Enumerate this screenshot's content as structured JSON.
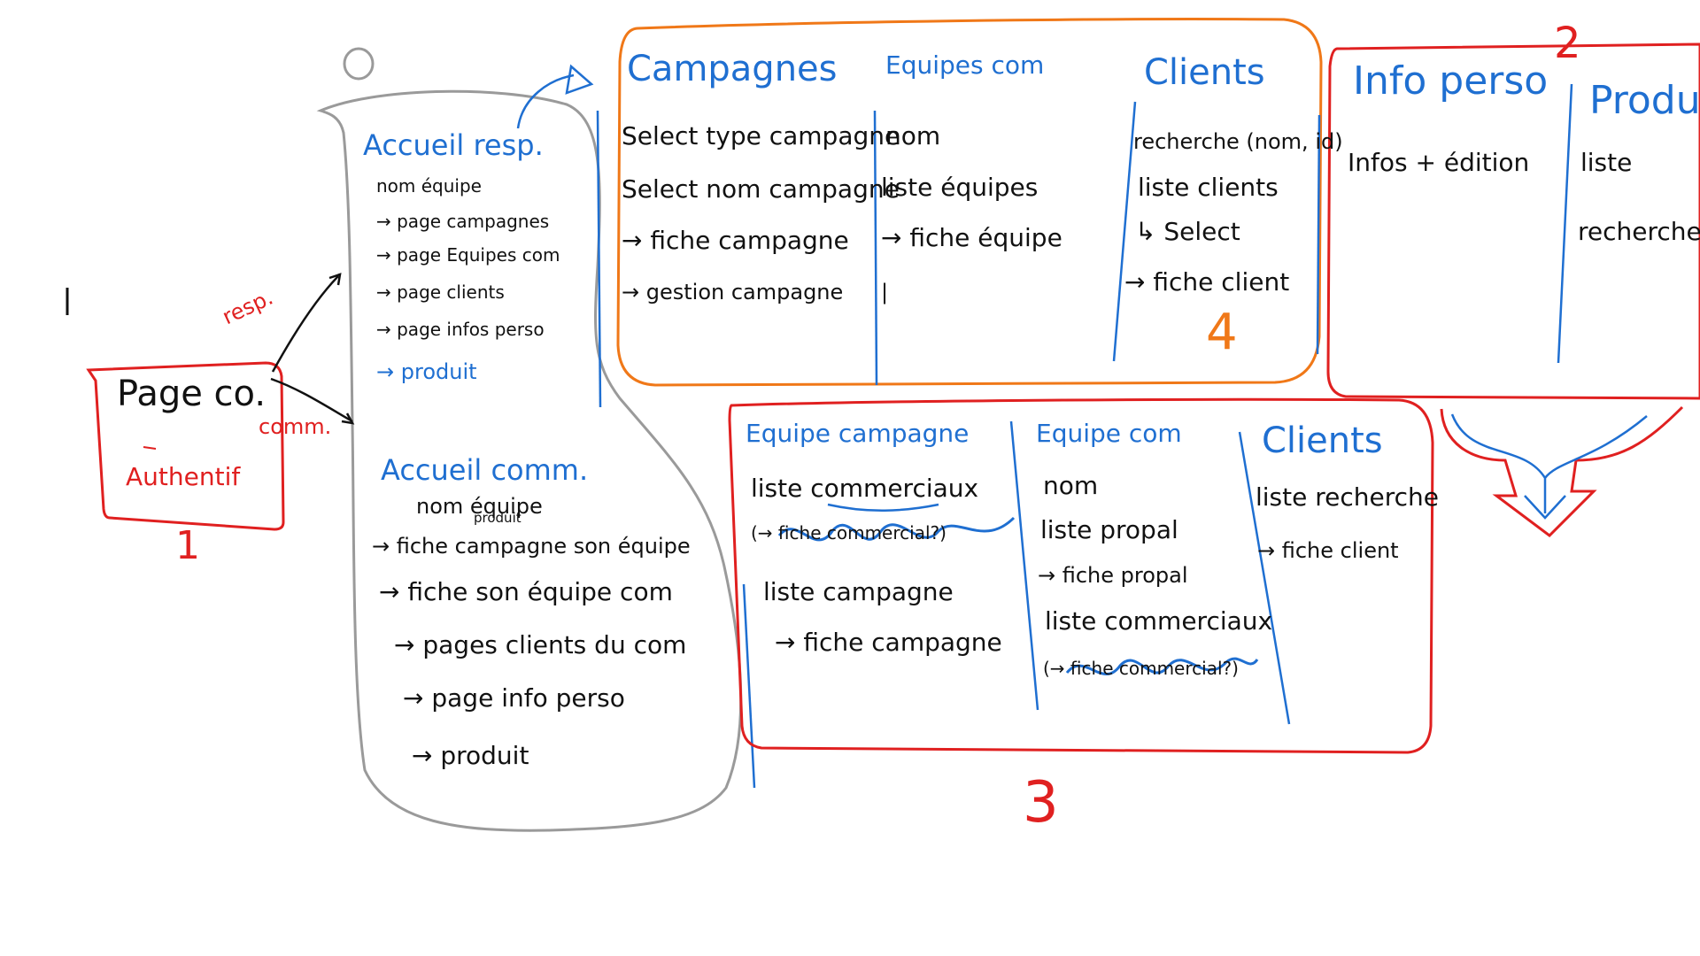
{
  "colors": {
    "ink": "#111111",
    "blue": "#1f6fd1",
    "red": "#e02020",
    "orange": "#f07818",
    "gray": "#9a9a9a"
  },
  "page_connexion": {
    "title": "Page co.",
    "subtitle": "Authentif",
    "number": "1",
    "side_mark": "|",
    "link_resp": "resp.",
    "link_comm": "comm."
  },
  "accueil": {
    "number": "0",
    "resp": {
      "title": "Accueil resp.",
      "items": [
        "nom équipe",
        "→ page campagnes",
        "→ page Equipes com",
        "→ page clients",
        "→ page infos perso",
        "→ produit"
      ]
    },
    "comm": {
      "title": "Accueil comm.",
      "sub1": "nom équipe",
      "sub2": "produit",
      "items": [
        "→ fiche campagne son équipe",
        "→ fiche son équipe com",
        "→ pages clients du com",
        "→ page info perso",
        "→ produit"
      ]
    }
  },
  "group4": {
    "number": "4",
    "columns": [
      {
        "title": "Campagnes",
        "items": [
          "Select type campagne",
          "Select nom campagne",
          "→ fiche campagne",
          "→ gestion campagne"
        ]
      },
      {
        "title": "Equipes com",
        "items": [
          "nom",
          "liste équipes",
          "→ fiche équipe",
          "|"
        ]
      },
      {
        "title": "Clients",
        "items": [
          "recherche (nom, id)",
          "liste clients",
          "↳ Select",
          "→ fiche client"
        ]
      }
    ]
  },
  "group2": {
    "number": "2",
    "columns": [
      {
        "title": "Info perso",
        "items": [
          "Infos + édition"
        ]
      },
      {
        "title": "Produ",
        "items": [
          "liste",
          "recherche"
        ]
      }
    ]
  },
  "group3": {
    "number": "3",
    "columns": [
      {
        "title": "Equipe campagne",
        "items": [
          "liste commerciaux",
          "(→ fiche commercial?)",
          "liste campagne",
          "→ fiche campagne"
        ]
      },
      {
        "title": "Equipe com",
        "items": [
          "nom",
          "liste propal",
          "→ fiche propal",
          "liste commerciaux",
          "(→ fiche commercial?)"
        ]
      },
      {
        "title": "Clients",
        "items": [
          "liste recherche",
          "→ fiche client"
        ]
      }
    ]
  }
}
